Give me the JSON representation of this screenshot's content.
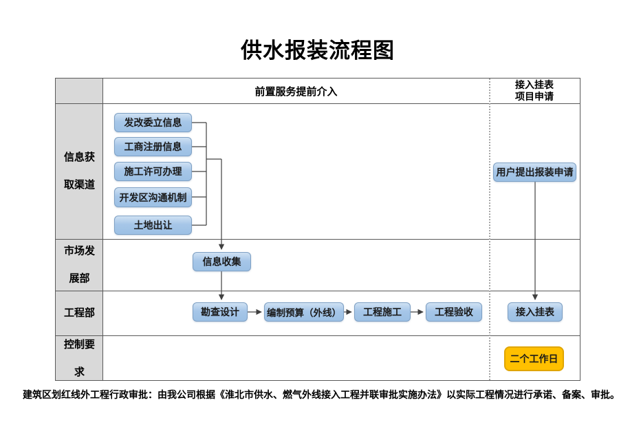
{
  "title": "供水报装流程图",
  "header": {
    "left_section": "前置服务提前介入",
    "right_section_line1": "接入挂表",
    "right_section_line2": "项目申请"
  },
  "row_labels": {
    "row1": "信息获取渠道",
    "row2": "市场发展部",
    "row3": "工程部",
    "row4": "控制要求"
  },
  "boxes": {
    "fagaiwei": "发改委立信息",
    "gongshang": "工商注册信息",
    "shigong_xuke": "施工许可办理",
    "kaifaqu": "开发区沟通机制",
    "tudi": "土地出让",
    "xinxi_shouji": "信息收集",
    "kancha": "勘查设计",
    "yusuan": "编制预算（外线）",
    "gongcheng_shigong": "工程施工",
    "gongcheng_yanshou": "工程验收",
    "yonghu_shenqing": "用户提出报装申请",
    "jieru_guabiao": "接入挂表",
    "gongzuori": "二个工作日"
  },
  "note": "建筑区划红线外工程行政审批：由我公司根据《淮北市供水、燃气外线接入工程并联审批实施办法》以实际工程情况进行承诺、备案、审批。",
  "colors": {
    "box_fill": "#9cc0e4",
    "box_border": "#7ea0c4",
    "highlight_fill": "#ffc000",
    "highlight_border": "#e0a500",
    "label_column_bg": "#d9d9d9",
    "grid_line": "#595959",
    "connector": "#404040"
  }
}
